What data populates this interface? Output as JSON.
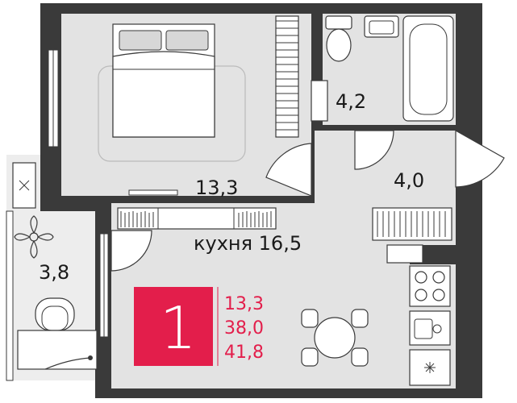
{
  "rooms": {
    "bedroom_area": "13,3",
    "bathroom_area": "4,2",
    "hallway_area": "4,0",
    "kitchen_label": "кухня 16,5",
    "balcony_area": "3,8"
  },
  "summary": {
    "room_count": "1",
    "living_area": "13,3",
    "area_without_balcony": "38,0",
    "total_area": "41,8"
  },
  "colors": {
    "wall": "#3a3a3a",
    "floor": "#e3e3e3",
    "balcony_floor": "#ededed",
    "accent": "#e31e4b"
  },
  "icons": [
    "double-bed-icon",
    "toilet-icon",
    "sink-icon",
    "bathtub-icon",
    "wardrobe-icon",
    "stove-icon",
    "kitchen-sink-icon",
    "dining-table-icon",
    "plant-icon",
    "armchair-icon",
    "desk-icon",
    "ventilation-icon"
  ]
}
